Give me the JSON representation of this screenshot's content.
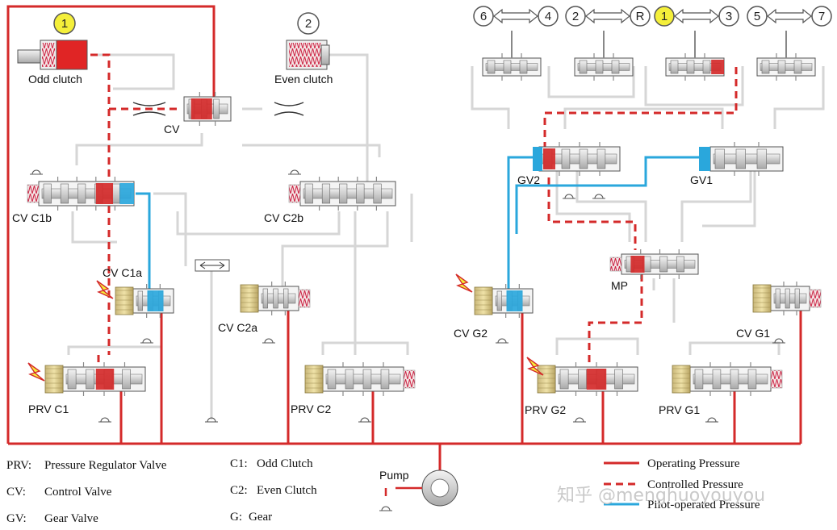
{
  "colors": {
    "operating": "#d42a2a",
    "controlled": "#d42a2a",
    "pilot": "#2aa7dc",
    "pipe": "#d8d8d8",
    "marker": "#f4ef3a"
  },
  "badges": {
    "odd": "1",
    "even": "2"
  },
  "shift_pairs": [
    {
      "a": "6",
      "b": "4",
      "active": false
    },
    {
      "a": "2",
      "b": "R",
      "active": false
    },
    {
      "a": "1",
      "b": "3",
      "active": true
    },
    {
      "a": "5",
      "b": "7",
      "active": false
    }
  ],
  "labels": {
    "odd_clutch": "Odd clutch",
    "even_clutch": "Even clutch",
    "cv": "CV",
    "cv_c1b": "CV C1b",
    "cv_c2b": "CV C2b",
    "cv_c1a": "CV C1a",
    "cv_c2a": "CV C2a",
    "prv_c1": "PRV C1",
    "prv_c2": "PRV C2",
    "gv2": "GV2",
    "gv1": "GV1",
    "mp": "MP",
    "cv_g2": "CV G2",
    "cv_g1": "CV G1",
    "prv_g2": "PRV G2",
    "prv_g1": "PRV G1",
    "pump": "Pump"
  },
  "abbreviations": [
    {
      "abbr": "PRV:",
      "text": "Pressure Regulator Valve"
    },
    {
      "abbr": "CV:",
      "text": "Control Valve"
    },
    {
      "abbr": "GV:",
      "text": "Gear Valve"
    },
    {
      "abbr": "C1:",
      "text": "Odd Clutch"
    },
    {
      "abbr": "C2:",
      "text": "Even Clutch"
    },
    {
      "abbr": "G:",
      "text": "Gear"
    }
  ],
  "legend": [
    {
      "label": "Operating Pressure",
      "style": "solid"
    },
    {
      "label": "Controlled Pressure",
      "style": "dashed"
    },
    {
      "label": "Pilot-operated Pressure",
      "style": "pilot"
    }
  ],
  "watermark": "知乎 @menghuoyouyou"
}
